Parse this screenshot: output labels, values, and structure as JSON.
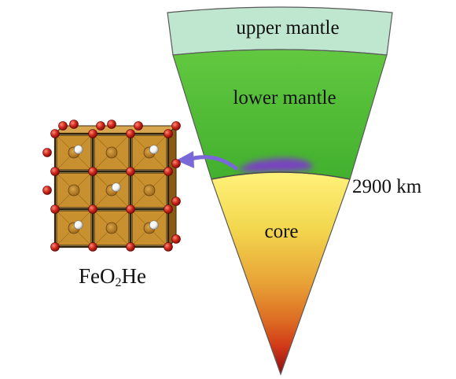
{
  "layers": {
    "upper_mantle": {
      "label": "upper mantle",
      "color": "#bfe6cf"
    },
    "lower_mantle": {
      "label": "lower mantle",
      "color_top": "#62c840",
      "color_bottom": "#42b02e"
    },
    "core": {
      "label": "core",
      "colors": [
        "#fff27a",
        "#f3d74e",
        "#e8a236",
        "#dc6a22",
        "#d23a18",
        "#8e0d10"
      ]
    },
    "boundary_label": "2900 km"
  },
  "crystal": {
    "formula": {
      "part1": "FeO",
      "subscript": "2",
      "part2": "He"
    },
    "colors": {
      "octahedron": "#c8902e",
      "oxygen": "#d42a1e",
      "helium": "#f2f2f2",
      "iron": "#a06818"
    }
  },
  "accent": {
    "he_accumulation": "#7b3cc8",
    "arrow": "#7a68d8"
  }
}
